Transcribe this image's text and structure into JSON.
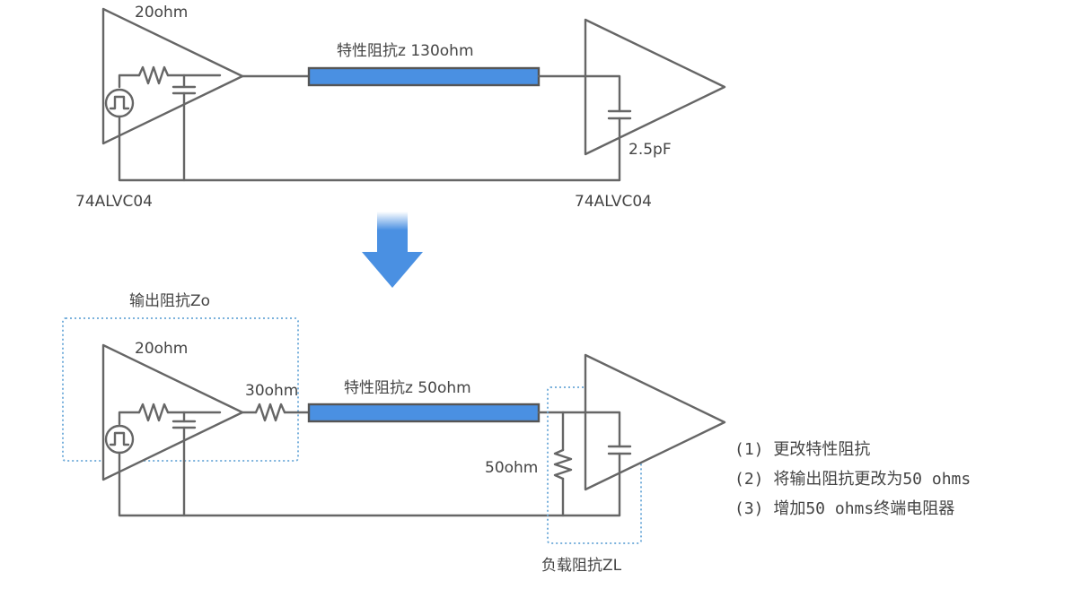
{
  "top": {
    "driver_impedance_label": "20ohm",
    "line_label": "特性阻抗z 130ohm",
    "load_cap_label": "2.5pF",
    "driver_part": "74ALVC04",
    "receiver_part": "74ALVC04"
  },
  "bottom": {
    "output_impedance_box_label": "输出阻抗Zo",
    "driver_impedance_label": "20ohm",
    "series_resistor_label": "30ohm",
    "line_label": "特性阻抗z 50ohm",
    "termination_resistor_label": "50ohm",
    "load_impedance_box_label": "负载阻抗ZL"
  },
  "notes": [
    "(1) 更改特性阻抗",
    "(2) 将输出阻抗更改为50 ohms",
    "(3) 增加50 ohms终端电阻器"
  ],
  "colors": {
    "transmission_line": "#4a90e2",
    "arrow": "#4a90e2",
    "dotted_box": "#6aa8d8",
    "wire": "#666666"
  }
}
